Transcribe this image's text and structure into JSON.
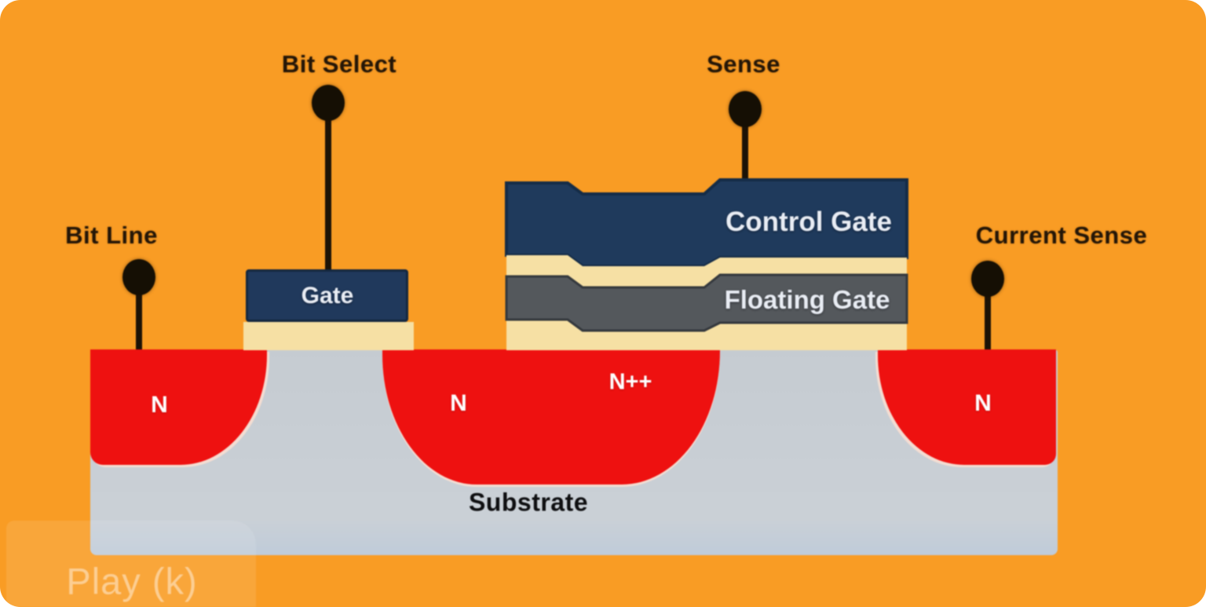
{
  "terminals": {
    "bit_line": {
      "label": "Bit Line"
    },
    "bit_select": {
      "label": "Bit Select"
    },
    "sense": {
      "label": "Sense"
    },
    "current_sense": {
      "label": "Current Sense"
    }
  },
  "layers": {
    "gate": {
      "label": "Gate",
      "color": "#20395C"
    },
    "control_gate": {
      "label": "Control Gate",
      "color": "#1F3A5C"
    },
    "floating_gate": {
      "label": "Floating Gate",
      "color": "#54585C"
    },
    "oxide_color": "#F6E0A4"
  },
  "regions": {
    "n_left": {
      "label": "N"
    },
    "n_center": {
      "label": "N"
    },
    "n_plus": {
      "label": "N++"
    },
    "n_right": {
      "label": "N"
    },
    "substrate": {
      "label": "Substrate",
      "color": "#C7CDD3"
    },
    "n_color": "#EE1110"
  },
  "colors": {
    "background": "#F99C24",
    "terminal": "#1B1206",
    "label_text": "#241607"
  },
  "player": {
    "tooltip": "Play (k)"
  }
}
